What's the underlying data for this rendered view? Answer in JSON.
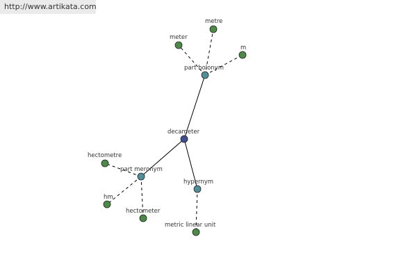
{
  "source_url": "http://www.artikata.com",
  "colors": {
    "center": "#3f4f8f",
    "relation": "#4f8f9a",
    "term": "#4c8a48",
    "edge": "#000000"
  },
  "graph": {
    "nodes": [
      {
        "id": "decameter",
        "label": "decameter",
        "kind": "center"
      },
      {
        "id": "part-holonym",
        "label": "part holonym",
        "kind": "relation"
      },
      {
        "id": "part-meronym",
        "label": "part meronym",
        "kind": "relation"
      },
      {
        "id": "hypernym",
        "label": "hypernym",
        "kind": "relation"
      },
      {
        "id": "meter",
        "label": "meter",
        "kind": "term"
      },
      {
        "id": "metre",
        "label": "metre",
        "kind": "term"
      },
      {
        "id": "m",
        "label": "m",
        "kind": "term"
      },
      {
        "id": "hectometre",
        "label": "hectometre",
        "kind": "term"
      },
      {
        "id": "hm",
        "label": "hm",
        "kind": "term"
      },
      {
        "id": "hectometer",
        "label": "hectometer",
        "kind": "term"
      },
      {
        "id": "metric-linear-unit",
        "label": "metric linear unit",
        "kind": "term"
      }
    ],
    "edges": [
      {
        "from": "decameter",
        "to": "part-holonym",
        "style": "solid"
      },
      {
        "from": "decameter",
        "to": "part-meronym",
        "style": "solid"
      },
      {
        "from": "decameter",
        "to": "hypernym",
        "style": "solid"
      },
      {
        "from": "part-holonym",
        "to": "meter",
        "style": "dashed"
      },
      {
        "from": "part-holonym",
        "to": "metre",
        "style": "dashed"
      },
      {
        "from": "part-holonym",
        "to": "m",
        "style": "dashed"
      },
      {
        "from": "part-meronym",
        "to": "hectometre",
        "style": "dashed"
      },
      {
        "from": "part-meronym",
        "to": "hm",
        "style": "dashed"
      },
      {
        "from": "part-meronym",
        "to": "hectometer",
        "style": "dashed"
      },
      {
        "from": "hypernym",
        "to": "metric-linear-unit",
        "style": "dashed"
      }
    ]
  }
}
